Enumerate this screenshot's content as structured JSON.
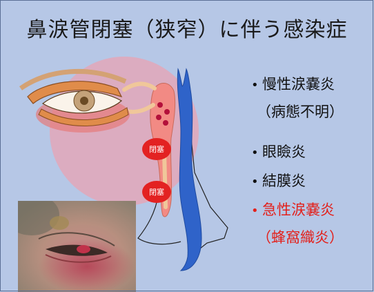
{
  "slide": {
    "title": "鼻涙管閉塞（狭窄）に伴う感染症",
    "bullets": [
      {
        "text": "慢性涙嚢炎",
        "sub": "（病態不明）",
        "color": "#111111"
      },
      {
        "text": "眼瞼炎",
        "color": "#111111"
      },
      {
        "text": "結膜炎",
        "color": "#111111"
      },
      {
        "text": "急性涙嚢炎",
        "sub": "（蜂窩織炎）",
        "color": "#e3201b"
      }
    ],
    "bullet_symbol": "•",
    "diagram": {
      "occlusion_labels": [
        "閉塞",
        "閉塞"
      ]
    },
    "colors": {
      "background": "#b6c7e6",
      "accent_red": "#e3201b",
      "duct_blue": "#2f63c9"
    }
  }
}
